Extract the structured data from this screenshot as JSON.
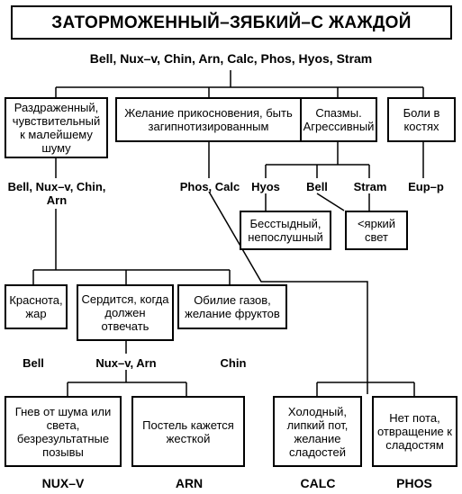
{
  "title": "ЗАТОРМОЖЕННЫЙ–ЗЯБКИЙ–С ЖАЖДОЙ",
  "remedies_main": "Bell, Nux–v, Chin, Arn, Calc, Phos, Hyos, Stram",
  "level1": {
    "box1": "Раздраженный, чувствительный к малейшему шуму",
    "box2": "Желание прикосновения, быть загипнотизированным",
    "box3": "Спазмы. Агрессивный",
    "box4": "Боли в костях"
  },
  "level1_labels": {
    "left": "Bell, Nux–v, Chin, Arn",
    "middle": "Phos, Calc",
    "hyos": "Hyos",
    "bell": "Bell",
    "stram": "Stram",
    "eup": "Eup–p"
  },
  "level2_spasm": {
    "box_hyos": "Бесстыдный, непослушный",
    "box_bell_stram": "<яркий свет"
  },
  "level2_left": {
    "box1": "Краснота, жар",
    "box2": "Сердится, когда должен отвечать",
    "box3": "Обилие газов, желание фруктов"
  },
  "level2_labels": {
    "bell": "Bell",
    "nux_arn": "Nux–v, Arn",
    "chin": "Chin"
  },
  "level3": {
    "box_nux": "Гнев от шума или света, безрезультатные позывы",
    "box_arn": "Постель кажется жесткой",
    "box_calc": "Холодный, липкий пот, желание сладостей",
    "box_phos": "Нет пота, отвращение к сладостям"
  },
  "bottom_labels": {
    "nux": "NUX–V",
    "arn": "ARN",
    "calc": "CALC",
    "phos": "PHOS"
  }
}
